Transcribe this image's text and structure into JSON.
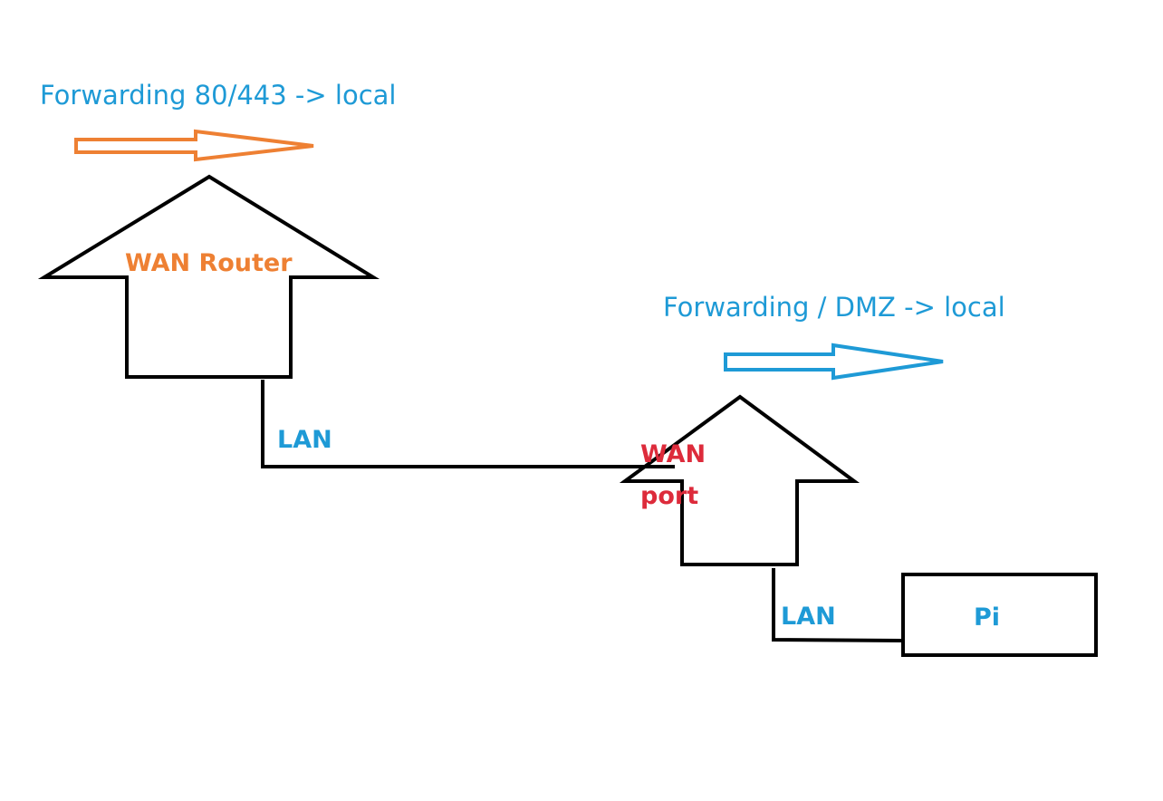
{
  "colors": {
    "background": "#ffffff",
    "outline": "#000000",
    "orange": "#ee8033",
    "blue": "#1e9ad6",
    "red": "#dd2b3b"
  },
  "top_forwarding": {
    "label": "Forwarding 80/443 -> local",
    "arrow_icon": "right-arrow-icon"
  },
  "wan_router": {
    "label": "WAN Router",
    "icon": "house-icon"
  },
  "link_1": {
    "label": "LAN"
  },
  "second_router": {
    "port_label_line1": "WAN",
    "port_label_line2": "port",
    "icon": "house-icon"
  },
  "second_forwarding": {
    "label": "Forwarding / DMZ -> local",
    "arrow_icon": "right-arrow-icon"
  },
  "link_2": {
    "label": "LAN"
  },
  "pi": {
    "label": "Pi"
  }
}
